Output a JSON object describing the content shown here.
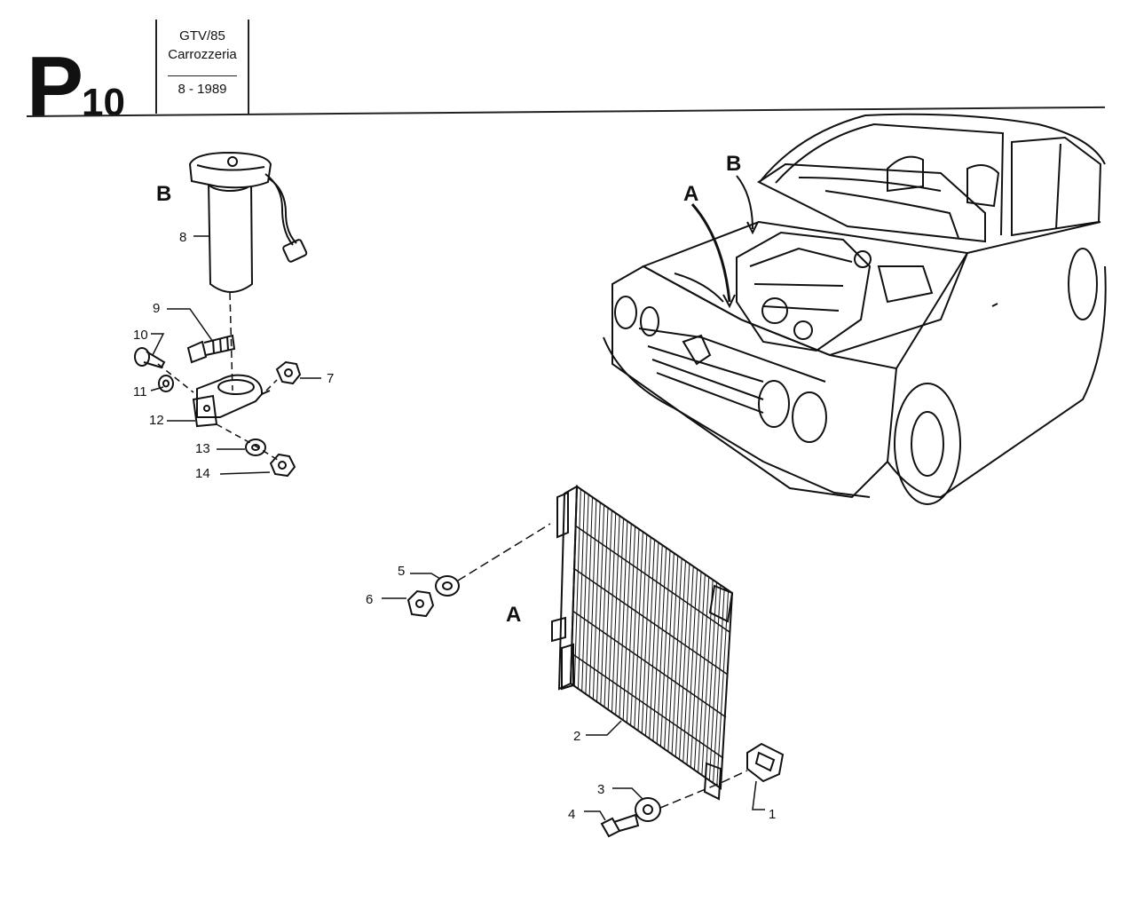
{
  "header": {
    "page_code": "P",
    "page_number": "10",
    "model": "GTV/85",
    "section": "Carrozzeria",
    "date": "8 - 1989"
  },
  "group_labels": {
    "B_small": "B",
    "A_car": "A",
    "B_car": "B",
    "A_condenser": "A"
  },
  "callouts": [
    "1",
    "2",
    "3",
    "4",
    "5",
    "6",
    "7",
    "8",
    "9",
    "10",
    "11",
    "12",
    "13",
    "14"
  ],
  "parts": {
    "condenser": "condenser-radiator",
    "dryer": "receiver-dryer",
    "car": "car-front-view"
  }
}
